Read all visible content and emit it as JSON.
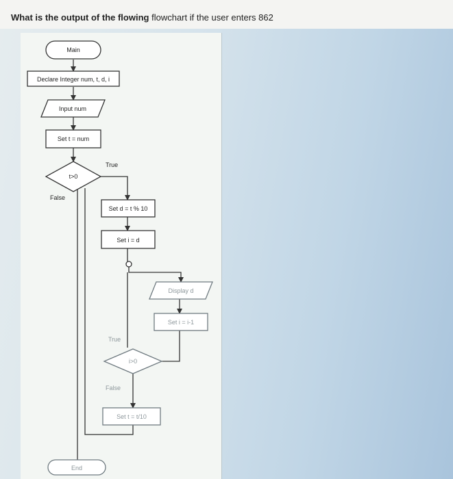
{
  "question": {
    "prefix": "What is the output of the flowing",
    "suffix": "flowchart if the user enters 862"
  },
  "flowchart": {
    "main": "Main",
    "declare": "Declare Integer num, t, d, i",
    "input": "Input num",
    "set_t": "Set t = num",
    "cond_t": "t>0",
    "set_d": "Set d = t % 10",
    "set_i": "Set i = d",
    "display": "Display d",
    "set_i_dec": "Set i = i-1",
    "cond_i": "i>0",
    "set_t_div": "Set t = t/10",
    "end": "End",
    "true_1": "True",
    "false_1": "False",
    "true_2": "True",
    "false_2": "False"
  }
}
